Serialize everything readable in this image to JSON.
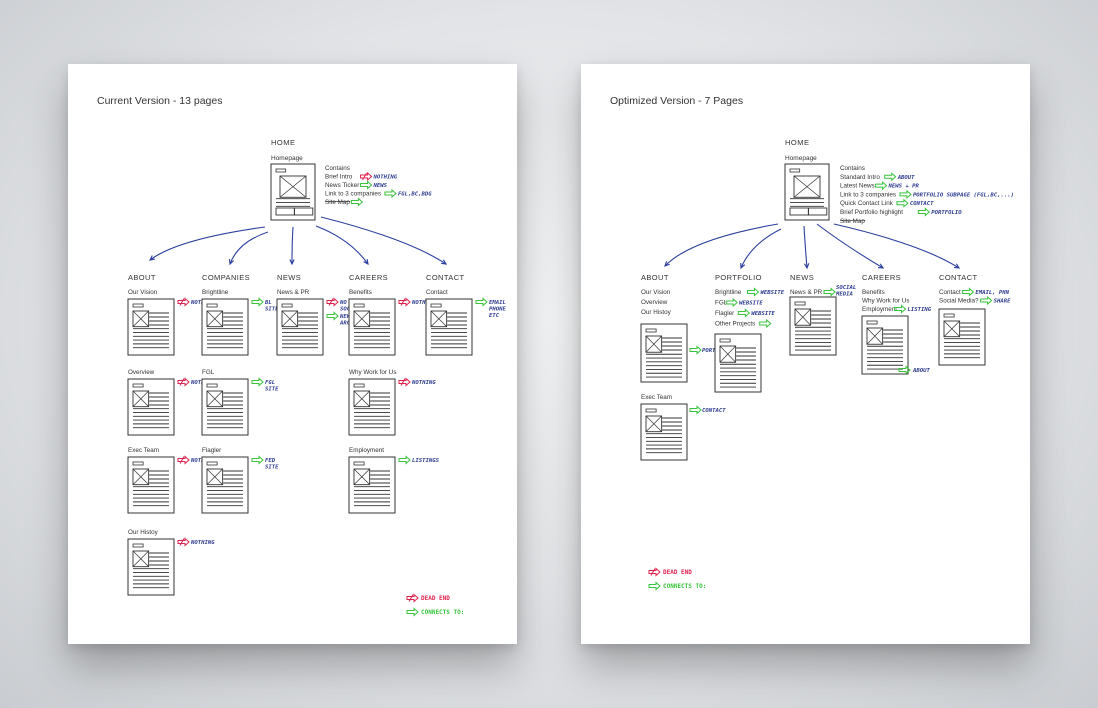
{
  "colors": {
    "ink": "#333333",
    "hand_blue": "#2b3a8f",
    "dead_red": "#e0224e",
    "connect_green": "#38c43c",
    "arrow_blue": "#2a3f9e"
  },
  "legend": {
    "dead_end": "DEAD END",
    "connects_to": "CONNECTS TO:"
  },
  "current": {
    "title": "Current Version - 13 pages",
    "home": {
      "heading": "HOME",
      "caption": "Homepage",
      "contains": [
        {
          "text": "Contains",
          "type": "none",
          "note": ""
        },
        {
          "text": "Brief Intro",
          "type": "dead",
          "note": "NOTHING"
        },
        {
          "text": "News Ticker",
          "type": "connect",
          "note": "NEWS"
        },
        {
          "text": "Link to 3 companies",
          "type": "connect",
          "note": "FGL,BC,BDG"
        },
        {
          "text": "Site Map",
          "type": "connect",
          "note": "",
          "strike": true
        }
      ]
    },
    "sections": [
      {
        "heading": "ABOUT",
        "pages": [
          {
            "caption": "Our Vision",
            "type": "dead",
            "note": "NOTHING"
          },
          {
            "caption": "Overview",
            "type": "dead",
            "note": "NOTHING"
          },
          {
            "caption": "Exec Team",
            "type": "dead",
            "note": "NOTHING"
          },
          {
            "caption": "Our Histoy",
            "type": "dead",
            "note": "NOTHING"
          }
        ]
      },
      {
        "heading": "COMPANIES",
        "pages": [
          {
            "caption": "Brightline",
            "type": "connect",
            "note": "BL SITE"
          },
          {
            "caption": "FGL",
            "type": "connect",
            "note": "FGL SITE"
          },
          {
            "caption": "Flagler",
            "type": "connect",
            "note": "FED SITE"
          }
        ]
      },
      {
        "heading": "NEWS",
        "pages": [
          {
            "caption": "News & PR",
            "type": "dead",
            "note": "NO SOCIAL",
            "extra_type": "connect",
            "extra_note": "NEWS ARC"
          }
        ]
      },
      {
        "heading": "CAREERS",
        "pages": [
          {
            "caption": "Benefits",
            "type": "dead",
            "note": "NOTHING"
          },
          {
            "caption": "Why Work for Us",
            "type": "dead",
            "note": "NOTHING"
          },
          {
            "caption": "Employment",
            "type": "connect",
            "note": "LISTINGS"
          }
        ]
      },
      {
        "heading": "CONTACT",
        "pages": [
          {
            "caption": "Contact",
            "type": "connect",
            "note": "EMAIL PHONE ETC"
          }
        ]
      }
    ]
  },
  "optimized": {
    "title": "Optimized Version - 7 Pages",
    "home": {
      "heading": "HOME",
      "caption": "Homepage",
      "contains": [
        {
          "text": "Contains",
          "type": "none",
          "note": ""
        },
        {
          "text": "Standard Intro",
          "type": "connect",
          "note": "ABOUT"
        },
        {
          "text": "Latest News",
          "type": "connect",
          "note": "NEWS + PR"
        },
        {
          "text": "Link to 3 companies",
          "type": "connect",
          "note": "PORTFOLIO SUBPAGE (FGL,BC,...)"
        },
        {
          "text": "Quick Contact Link",
          "type": "connect",
          "note": "CONTACT"
        },
        {
          "text": "Brief Portfolio highlight",
          "type": "connect",
          "note": "PORTFOLIO"
        },
        {
          "text": "Site Map",
          "type": "none",
          "note": "",
          "strike": true
        }
      ]
    },
    "sections": [
      {
        "heading": "ABOUT",
        "items": [
          "Our Vision",
          "Overview",
          "Our Histoy"
        ],
        "type": "connect",
        "note": "PORTFOLIO",
        "second_caption": "Exec Team",
        "second_type": "connect",
        "second_note": "CONTACT"
      },
      {
        "heading": "PORTFOLIO",
        "items": [
          {
            "text": "Brightline",
            "type": "connect",
            "note": "WEBSITE"
          },
          {
            "text": "FGL",
            "type": "connect",
            "note": "WEBSITE"
          },
          {
            "text": "Flagler",
            "type": "connect",
            "note": "WEBSITE"
          },
          {
            "text": "Other Projects",
            "type": "connect",
            "note": ""
          }
        ]
      },
      {
        "heading": "NEWS",
        "items": [
          {
            "text": "News & PR",
            "type": "connect",
            "note": "SOCIAL MEDIA"
          }
        ]
      },
      {
        "heading": "CAREERS",
        "items": [
          {
            "text": "Benefits",
            "type": "none",
            "note": ""
          },
          {
            "text": "Why Work for Us",
            "type": "none",
            "note": ""
          },
          {
            "text": "Employment",
            "type": "connect",
            "note": "LISTING"
          }
        ],
        "type": "connect",
        "note": "ABOUT"
      },
      {
        "heading": "CONTACT",
        "items": [
          {
            "text": "Contact",
            "type": "connect",
            "note": "EMAIL, PHN"
          },
          {
            "text": "Social Media?",
            "type": "connect",
            "note": "SHARE"
          }
        ]
      }
    ]
  }
}
